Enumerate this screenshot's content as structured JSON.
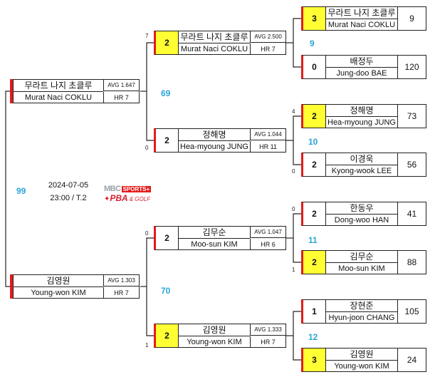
{
  "event": {
    "date": "2024-07-05",
    "time_table": "23:00 / T.2",
    "broadcaster": "MBC",
    "broadcaster_sub": "SPORTS+",
    "league": "PBA",
    "league_sub": "& GOLF"
  },
  "colors": {
    "winner_fill": "#ffff33",
    "match_number": "#2aa5d8",
    "accent_bar": "#e31b1b",
    "line": "#222222"
  },
  "final": {
    "match_no": "99",
    "players": [
      {
        "kor": "무라트 나지 초클루",
        "eng": "Murat Naci COKLU",
        "avg": "AVG 1.647",
        "hr": "HR 7"
      },
      {
        "kor": "김영원",
        "eng": "Young-won KIM",
        "avg": "AVG 1.303",
        "hr": "HR 7"
      }
    ]
  },
  "semis": [
    {
      "match_no": "69",
      "players": [
        {
          "seed_label": "7",
          "sets": "2",
          "kor": "무라트 나지 초클루",
          "eng": "Murat Naci COKLU",
          "avg": "AVG 2.500",
          "hr": "HR 7"
        },
        {
          "seed_label": "0",
          "sets": "2",
          "kor": "정해명",
          "eng": "Hea-myoung JUNG",
          "avg": "AVG 1.044",
          "hr": "HR 11"
        }
      ]
    },
    {
      "match_no": "70",
      "players": [
        {
          "seed_label": "0",
          "sets": "2",
          "kor": "김무순",
          "eng": "Moo-sun KIM",
          "avg": "AVG 1.047",
          "hr": "HR 6"
        },
        {
          "seed_label": "1",
          "sets": "2",
          "kor": "김영원",
          "eng": "Young-won KIM",
          "avg": "AVG 1.333",
          "hr": "HR 7"
        }
      ]
    }
  ],
  "first_round": [
    {
      "match_no": "9",
      "players": [
        {
          "seed_label": "",
          "sets": "3",
          "kor": "무라트 나지 초클루",
          "eng": "Murat Naci COKLU",
          "hr": "9",
          "winner": true
        },
        {
          "seed_label": "",
          "sets": "0",
          "kor": "배정두",
          "eng": "Jung-doo BAE",
          "hr": "120",
          "winner": false
        }
      ]
    },
    {
      "match_no": "10",
      "players": [
        {
          "seed_label": "4",
          "sets": "2",
          "kor": "정해명",
          "eng": "Hea-myoung JUNG",
          "hr": "73",
          "winner": true
        },
        {
          "seed_label": "0",
          "sets": "2",
          "kor": "이경욱",
          "eng": "Kyong-wook LEE",
          "hr": "56",
          "winner": false
        }
      ]
    },
    {
      "match_no": "11",
      "players": [
        {
          "seed_label": "0",
          "sets": "2",
          "kor": "한동우",
          "eng": "Dong-woo HAN",
          "hr": "41",
          "winner": false
        },
        {
          "seed_label": "1",
          "sets": "2",
          "kor": "김무순",
          "eng": "Moo-sun KIM",
          "hr": "88",
          "winner": true
        }
      ]
    },
    {
      "match_no": "12",
      "players": [
        {
          "seed_label": "",
          "sets": "1",
          "kor": "장현준",
          "eng": "Hyun-joon CHANG",
          "hr": "105",
          "winner": false
        },
        {
          "seed_label": "",
          "sets": "3",
          "kor": "김영원",
          "eng": "Young-won KIM",
          "hr": "24",
          "winner": true
        }
      ]
    }
  ]
}
